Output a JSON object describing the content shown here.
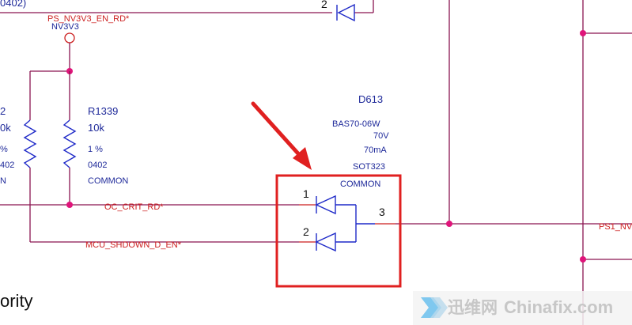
{
  "nets": {
    "ps_nv3v3_en": "PS_NV3V3_EN_RD*",
    "oc_crit": "OC_CRIT_RD*",
    "mcu_shdown": "MCU_SHDOWN_D_EN*",
    "ps1_partial": "PS1_NV",
    "rail": "NV3V3"
  },
  "partial_top_left": "0402)",
  "top_diode_pin": "2",
  "left_resistor_partial": [
    "2",
    "0k",
    "%",
    "402",
    "N"
  ],
  "r1339": {
    "ref": "R1339",
    "value": "10k",
    "tolerance": "1 %",
    "package": "0402",
    "group": "COMMON"
  },
  "d613": {
    "ref": "D613",
    "part": "BAS70-06W",
    "voltage": "70V",
    "current": "70mA",
    "package": "SOT323",
    "group": "COMMON",
    "pins": {
      "p1": "1",
      "p2": "2",
      "p3": "3"
    }
  },
  "bottom_partial_text": "ority",
  "watermark": {
    "brand_cn": "迅维网",
    "brand_en": "Chinafix.com"
  },
  "colors": {
    "wire": "#8a1550",
    "component": "#1f2ac8",
    "net_label": "#cc1f1f",
    "junction": "#e0147a",
    "highlight": "#e02020"
  }
}
